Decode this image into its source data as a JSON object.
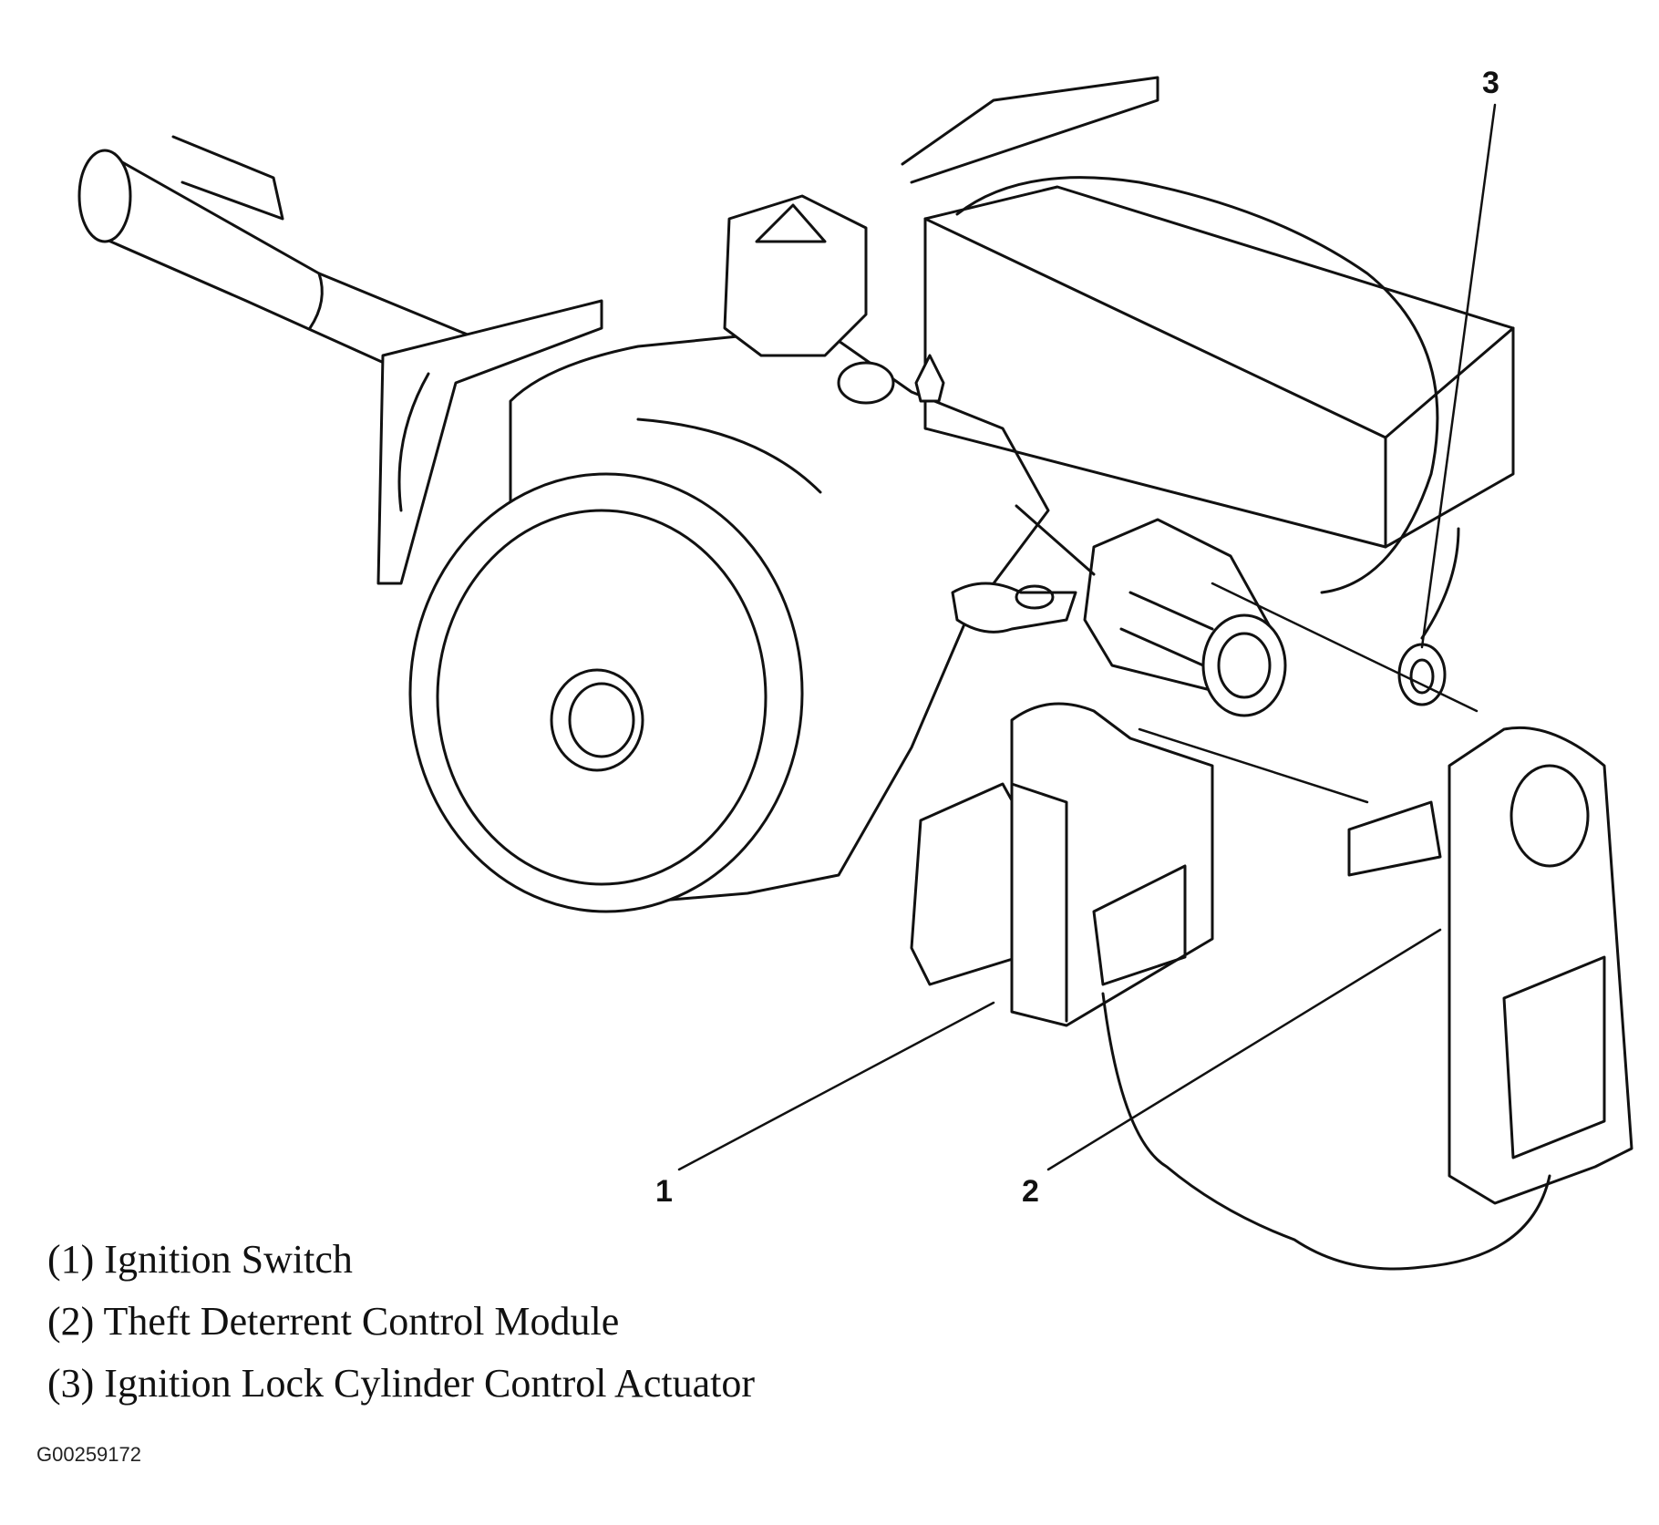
{
  "callouts": {
    "c1": "1",
    "c2": "2",
    "c3": "3"
  },
  "legend": [
    "(1) Ignition Switch",
    "(2) Theft Deterrent Control Module",
    "(3) Ignition Lock Cylinder Control Actuator"
  ],
  "figure_id": "G00259172",
  "colors": {
    "line": "#111111",
    "background": "#ffffff"
  }
}
